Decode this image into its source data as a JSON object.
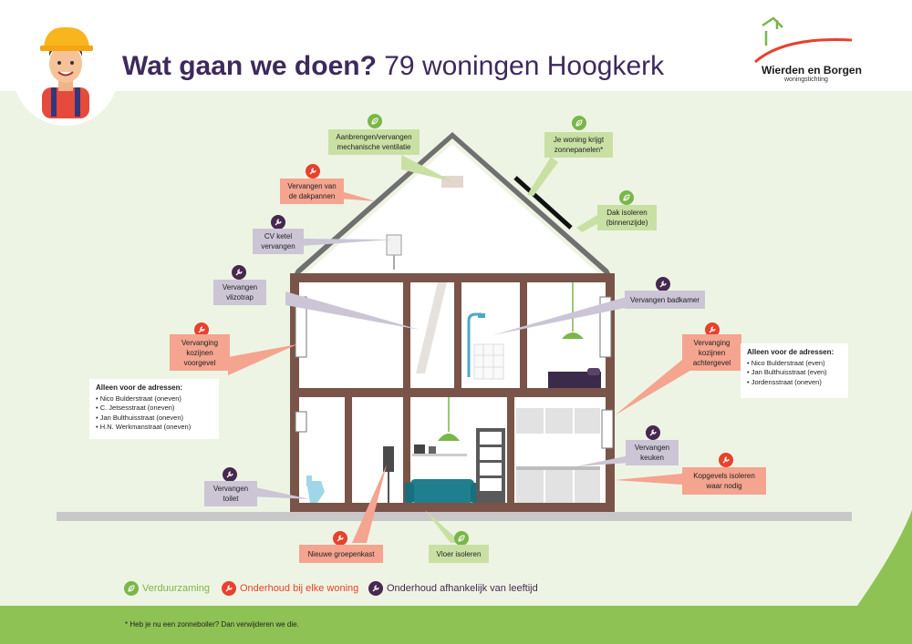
{
  "header": {
    "title_bold": "Wat gaan we doen?",
    "title_rest": "79 woningen Hoogkerk",
    "brand": "Wierden en Borgen",
    "brand_sub": "woningstichting"
  },
  "labels": {
    "ventilatie": "Aanbrengen/vervangen\nmechanische ventilatie",
    "dakpannen": "Vervangen van\nde dakpannen",
    "cv": "CV ketel\nvervangen",
    "vlizotrap": "Vervangen\nvlizotrap",
    "kozijnen_voor": "Vervanging\nkozijnen\nvoorgevel",
    "toilet": "Vervangen\ntoilet",
    "groepenkast": "Nieuwe groepenkast",
    "vloer": "Vloer isoleren",
    "zonnepanelen": "Je woning krijgt\nzonnepanelen*",
    "dak_isoleren": "Dak isoleren\n(binnenzijde)",
    "badkamer": "Vervangen badkamer",
    "kozijnen_achter": "Vervanging\nkozijnen\nachtergevel",
    "keuken": "Vervangen\nkeuken",
    "kopgevels": "Kopgevels isoleren\nwaar nodig"
  },
  "addresses_left": {
    "heading": "Alleen voor de adressen:",
    "items": [
      "• Nico Bulderstraat (oneven)",
      "• C. Jetsesstraat (oneven)",
      "• Jan Bulthuisstraat (oneven)",
      "• H.N. Werkmanstraat (oneven)"
    ]
  },
  "addresses_right": {
    "heading": "Alleen voor de adressen:",
    "items": [
      "• Nico Bulderstraat (even)",
      "• Jan Bulthuisstraat (even)",
      "• Jordensstraat (oneven)"
    ]
  },
  "legend": {
    "green": "Verduurzaming",
    "red": "Onderhoud bij elke woning",
    "purple": "Onderhoud afhankelijk van leeftijd"
  },
  "footnote": "* Heb je nu een zonneboiler? Dan verwijderen we die.",
  "colors": {
    "green": "#7ab648",
    "red": "#e8412c",
    "purple": "#47284f",
    "title": "#3d2a5c",
    "wall": "#7a5448",
    "roof": "#707070"
  }
}
